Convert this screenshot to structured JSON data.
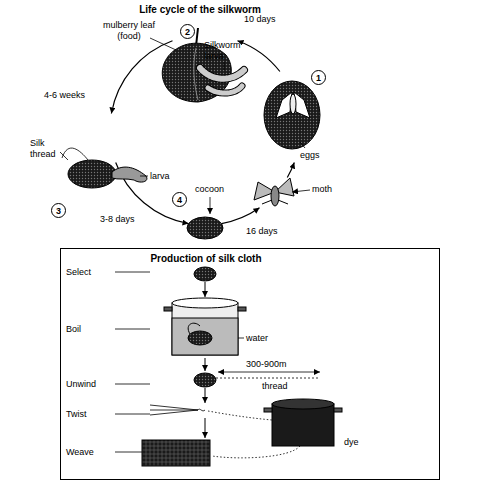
{
  "diagram": {
    "title": "Life cycle of the silkworm",
    "nodes": [
      {
        "text": [
          "1"
        ]
      },
      {
        "text": [
          "2"
        ]
      },
      {
        "text": [
          "3"
        ]
      },
      {
        "text": [
          "4"
        ]
      },
      {
        "text": [
          "Production of silk cloth",
          "Select",
          "Boil",
          "Unwind",
          "Twist",
          "Weave"
        ]
      }
    ],
    "labels": [
      "mulberry leaf (food)",
      "Silkworm larva",
      "10 days",
      "4-6 weeks",
      "Silk thread",
      "larva",
      "3-8 days",
      "cocoon",
      "16 days",
      "moth",
      "eggs",
      "water",
      "300-900m",
      "thread",
      "dye"
    ]
  }
}
